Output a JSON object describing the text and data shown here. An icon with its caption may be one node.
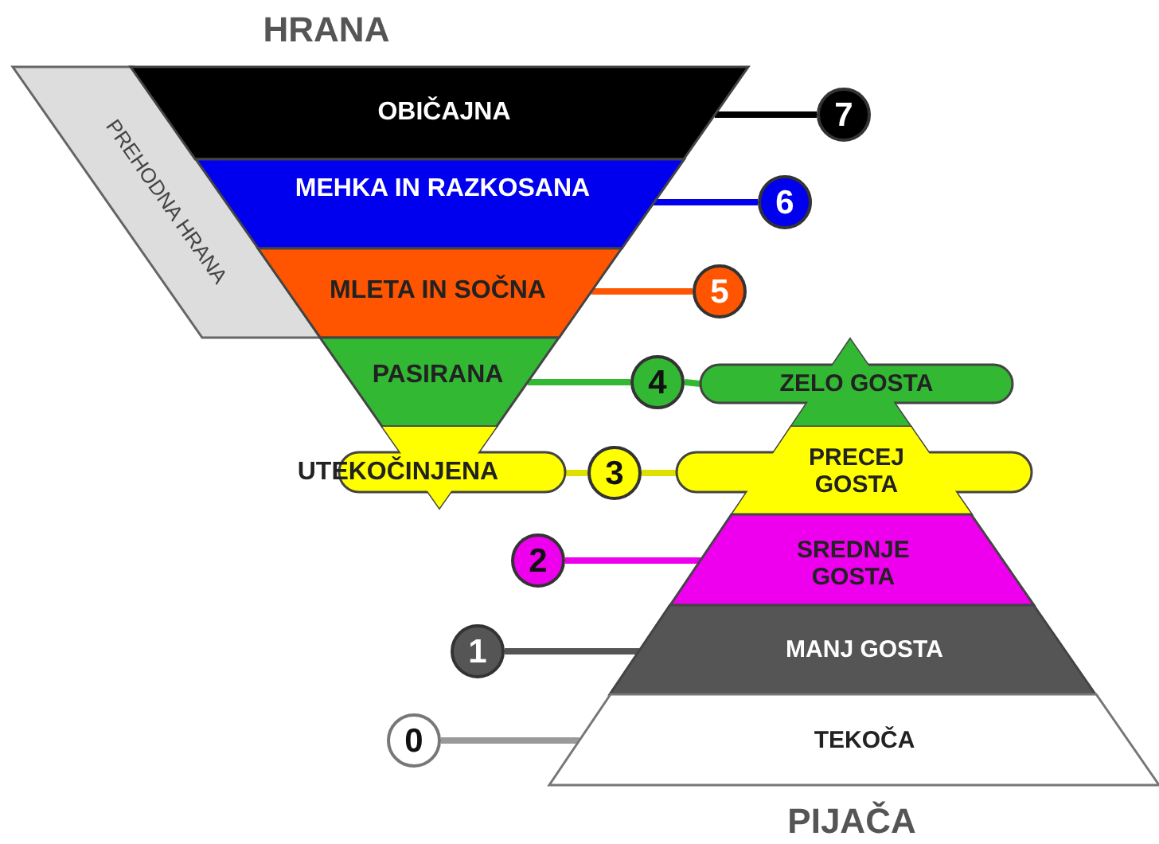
{
  "diagram": {
    "nodes": [
      {
        "text": [
          "PREHODNA HRANA"
        ]
      },
      {
        "text": [
          "OBIČAJNA"
        ]
      },
      {
        "text": [
          "7"
        ]
      },
      {
        "text": [
          "MEHKA IN RAZKOSANA"
        ]
      },
      {
        "text": [
          "6"
        ]
      },
      {
        "text": [
          "MLETA IN SOČNA"
        ]
      },
      {
        "text": [
          "5"
        ]
      },
      {
        "text": [
          "PASIRANA"
        ]
      },
      {
        "text": [
          "4"
        ]
      },
      {
        "text": [
          "ZELO GOSTA"
        ]
      },
      {
        "text": [
          "UTEKOČINJENA"
        ]
      },
      {
        "text": [
          "3"
        ]
      },
      {
        "text": [
          "PRECEJ GOSTA"
        ]
      },
      {
        "text": [
          "2"
        ]
      },
      {
        "text": [
          "SREDNJE GOSTA"
        ]
      },
      {
        "text": [
          "1"
        ]
      },
      {
        "text": [
          "MANJ GOSTA"
        ]
      },
      {
        "text": [
          "0"
        ]
      },
      {
        "text": [
          "TEKOČA"
        ]
      }
    ],
    "edges": [
      {
        "from": 1,
        "to": 2,
        "arrow": "none",
        "color": "#000000"
      },
      {
        "from": 3,
        "to": 4,
        "arrow": "none",
        "color": "#0000ee"
      },
      {
        "from": 5,
        "to": 6,
        "arrow": "none",
        "color": "#ff5500"
      },
      {
        "from": 7,
        "to": 8,
        "arrow": "none",
        "color": "#33b833"
      },
      {
        "from": 8,
        "to": 9,
        "arrow": "none",
        "color": "#33b833"
      },
      {
        "from": 10,
        "to": 11,
        "arrow": "none",
        "color": "#e0e000"
      },
      {
        "from": 11,
        "to": 12,
        "arrow": "none",
        "color": "#e0e000"
      },
      {
        "from": 13,
        "to": 14,
        "arrow": "none",
        "color": "#ee00ee"
      },
      {
        "from": 15,
        "to": 16,
        "arrow": "none",
        "color": "#555555"
      },
      {
        "from": 17,
        "to": 18,
        "arrow": "none",
        "color": "#999999"
      }
    ],
    "labels": [
      "HRANA",
      "PIJAČA"
    ]
  }
}
